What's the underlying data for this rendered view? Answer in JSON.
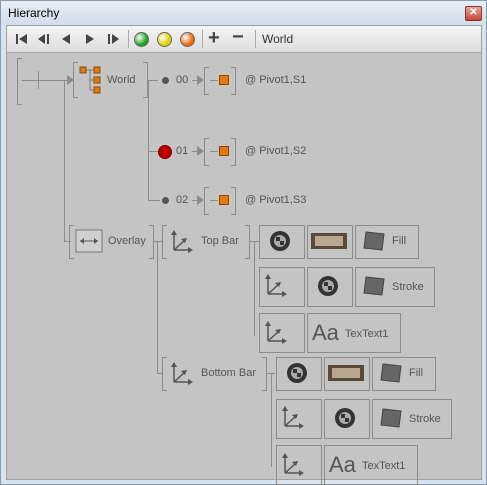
{
  "window": {
    "title": "Hierarchy",
    "close_glyph": "✕"
  },
  "toolbar": {
    "buttons": [
      "first-icon",
      "prev-step-icon",
      "prev-icon",
      "play-icon",
      "next-step-icon"
    ],
    "status_colors": [
      "#1fa51f",
      "#e0d000",
      "#ee6a10"
    ],
    "add_glyph": "+",
    "remove_glyph": "−",
    "breadcrumb": "World"
  },
  "tree": {
    "root": {
      "label": "World"
    },
    "pivots": [
      {
        "index": "00",
        "name": "@ Pivot1,S1",
        "selected": false
      },
      {
        "index": "01",
        "name": "@ Pivot1,S2",
        "selected": true
      },
      {
        "index": "02",
        "name": "@ Pivot1,S3",
        "selected": false
      }
    ],
    "overlay": {
      "label": "Overlay"
    },
    "top_bar": {
      "label": "Top Bar",
      "fill": "Fill",
      "stroke": "Stroke",
      "text": "TexText1",
      "aa": "Aa"
    },
    "bottom_bar": {
      "label": "Bottom Bar",
      "fill": "Fill",
      "stroke": "Stroke",
      "text": "TexText1",
      "aa": "Aa"
    }
  }
}
